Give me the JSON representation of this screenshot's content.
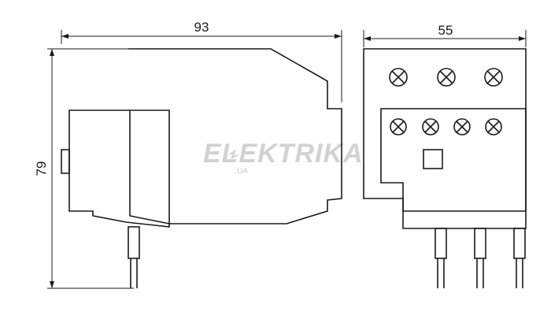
{
  "dimensions": {
    "width_label": "93",
    "height_label": "79",
    "end_width_label": "55"
  },
  "watermark": {
    "brand": "ELEKTRIKA",
    "domain": ".UA"
  },
  "colors": {
    "line": "#1a1a1a",
    "watermark": "#d2d2d2"
  }
}
